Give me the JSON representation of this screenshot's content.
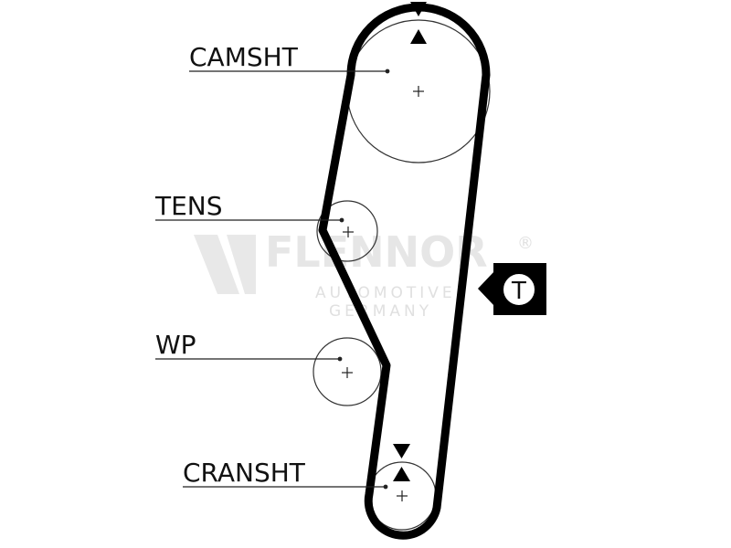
{
  "watermark": {
    "brand": "FLENNOR",
    "registered": "®",
    "line1": "AUTOMOTIVE",
    "line2": "GERMANY"
  },
  "labels": {
    "camshaft": "CAMSHT",
    "tensioner": "TENS",
    "water_pump": "WP",
    "crankshaft": "CRANSHT"
  },
  "tension_marker": {
    "letter": "T"
  },
  "colors": {
    "belt": "#000000",
    "pulley_outline": "#333333",
    "watermark": "#e6e6e6"
  }
}
